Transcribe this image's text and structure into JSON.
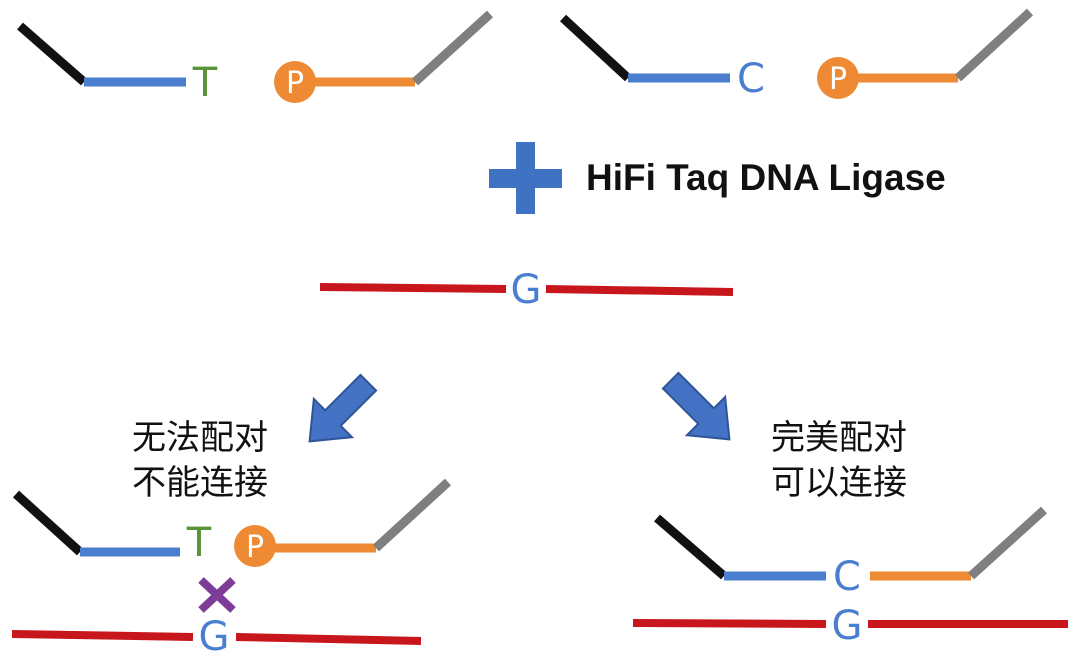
{
  "colors": {
    "black_strand": "#111111",
    "gray_strand": "#7f7f7f",
    "blue_strand": "#4a7fcf",
    "orange_strand": "#ee8a34",
    "red_template": "#c8161d",
    "base_T": "#5a9438",
    "base_C": "#4a7fcf",
    "base_G": "#4a7fcf",
    "phosphate_fill": "#ee8a34",
    "plus": "#3f72c2",
    "arrow_fill": "#4472c4",
    "cross": "#7d3c98",
    "text": "#111111"
  },
  "reagent_label": "HiFi Taq DNA Ligase",
  "bases": {
    "mismatch_upstream": "T",
    "match_upstream": "C",
    "template": "G",
    "phosphate": "P"
  },
  "outcomes": {
    "mismatch": {
      "line1": "无法配对",
      "line2": "不能连接"
    },
    "match": {
      "line1": "完美配对",
      "line2": "可以连接"
    }
  }
}
